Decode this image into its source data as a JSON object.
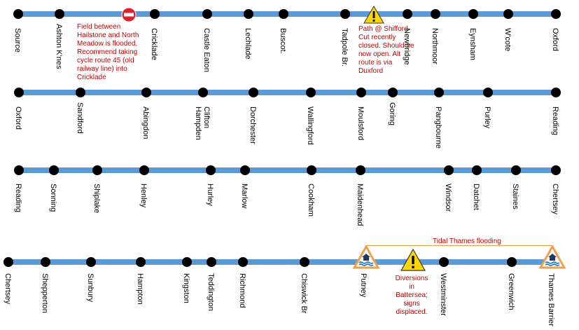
{
  "rows": [
    {
      "id": "row1",
      "stops": [
        "Source",
        "Ashton K'nes",
        "Cricklade",
        "Castle Eaton",
        "Lechlade",
        "Buscot.",
        "Tadpole Br.",
        "Newbridge",
        "Northmoor",
        "Eynsham",
        "W'cote",
        "Oxford"
      ]
    },
    {
      "id": "row2",
      "stops": [
        "Oxford",
        "Sandford",
        "Abingdon",
        "Clifton Hampden",
        "Dorchester",
        "Wallingford",
        "Moulsford",
        "Goring",
        "Pangbourne",
        "Purley",
        "Reading"
      ]
    },
    {
      "id": "row3",
      "stops": [
        "Reading",
        "Sonning",
        "Shiplake",
        "Henley",
        "Hurley",
        "Marlow",
        "Cookham",
        "Maidenhead",
        "Windsor",
        "Datchet",
        "Staines",
        "Chertsey"
      ]
    },
    {
      "id": "row4",
      "stops": [
        "Chertsey",
        "Shepperton",
        "Sunbury",
        "Hampton",
        "Kingston",
        "Teddington",
        "Richmond",
        "Chiswick Br",
        "Putney",
        "Westminster",
        "Greenwich",
        "Thames Barrier"
      ]
    }
  ],
  "notes": {
    "flood_note": "Field between Hailstone and North Meadow is flooded. Recommend taking cycle route 45 (old railway line) into Cricklade",
    "path_note": "Path @ Shifford Cut recently closed. Should be now open. Alt route is via Duxford",
    "diversion_note": "Diversions in Battersea; signs displaced.",
    "tidal_label": "Tidal Thames flooding"
  },
  "icons": {
    "no_entry": "no-entry-sign",
    "warning": "warning-triangle",
    "flood": "flood-warning-triangle"
  },
  "colors": {
    "line": "#5b9bd5",
    "stop": "#000000",
    "note": "#c00000",
    "bracket": "#f0a04a",
    "warning_fill": "#ffd700"
  }
}
